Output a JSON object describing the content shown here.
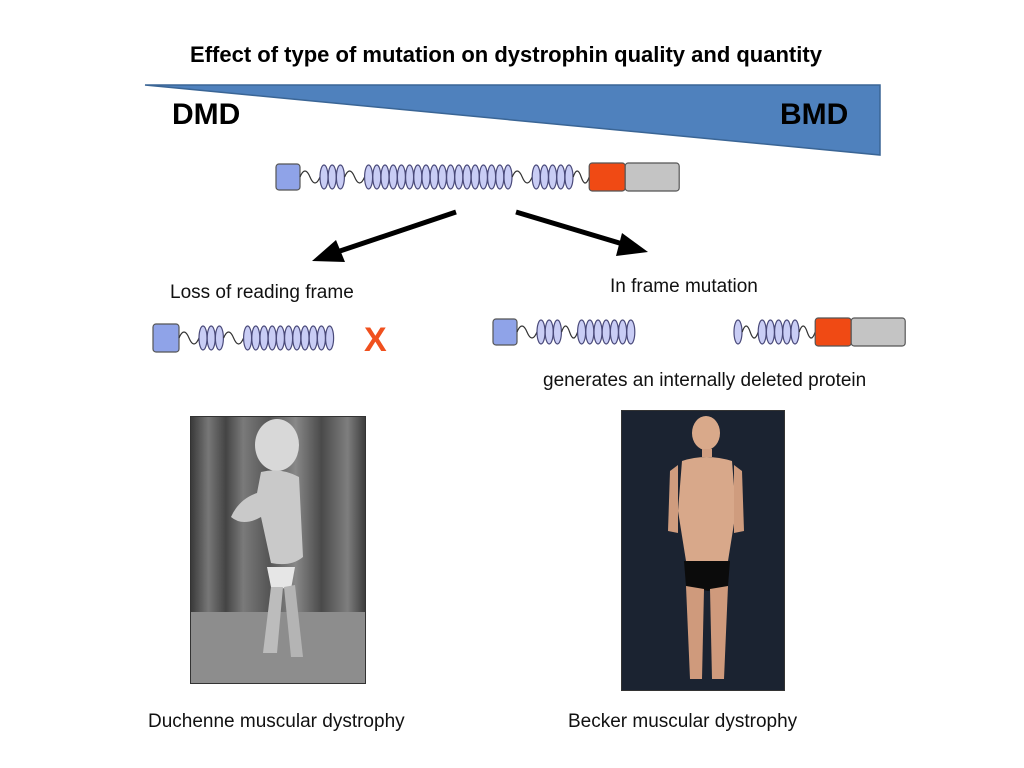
{
  "slide": {
    "title": "Effect of type of mutation on dystrophin quality and quantity",
    "severity_scale": {
      "left_label": "DMD",
      "right_label": "BMD",
      "color": "#4f81bd"
    }
  },
  "mutations": {
    "loss_label": "Loss of reading frame",
    "loss_marker": "X",
    "inframe_label": "In frame mutation",
    "inframe_result": "generates an internally deleted protein"
  },
  "captions": {
    "dmd": "Duchenne muscular dystrophy",
    "bmd": "Becker muscular dystrophy"
  },
  "protein_colors": {
    "n_terminus": "#8fa3e8",
    "repeat": "#c9cdf5",
    "cysteine_rich": "#f04a14",
    "c_terminus": "#c4c4c4"
  }
}
